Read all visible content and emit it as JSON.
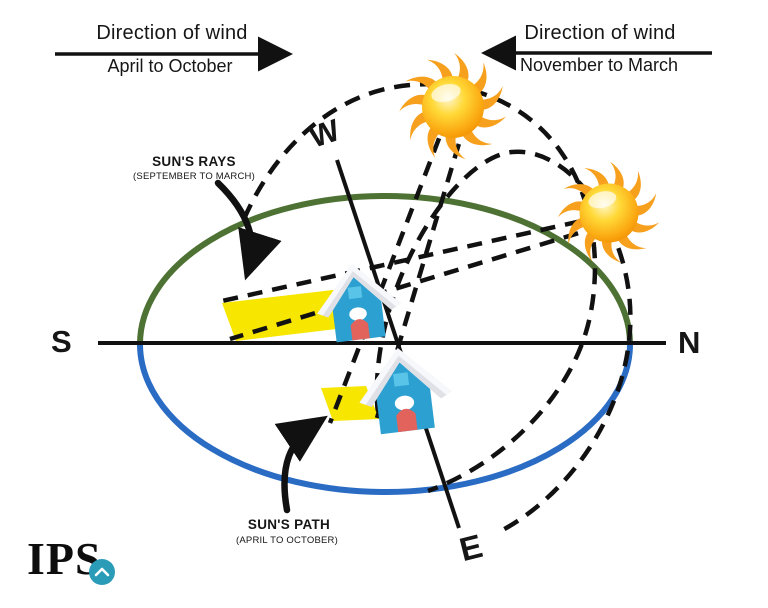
{
  "wind": {
    "left": {
      "title": "Direction of wind",
      "period": "April to October"
    },
    "right": {
      "title": "Direction of wind",
      "period": "November to March"
    }
  },
  "annotations": {
    "rays": {
      "title": "SUN'S RAYS",
      "period": "(SEPTEMBER TO MARCH)"
    },
    "path": {
      "title": "SUN'S PATH",
      "period": "(APRIL TO OCTOBER)"
    }
  },
  "compass": {
    "west": "W",
    "south": "S",
    "north": "N",
    "east": "E"
  },
  "logo": {
    "text": "IPS"
  },
  "colors": {
    "horizon_green": "#4d7233",
    "horizon_blue": "#2a6bc4",
    "sunlight_yellow": "#f7e600",
    "sun_orange": "#f7a01d",
    "house_blue": "#2da0d2",
    "door_red": "#e2635c",
    "logo_teal": "#2b9cb8",
    "line_black": "#111111"
  }
}
